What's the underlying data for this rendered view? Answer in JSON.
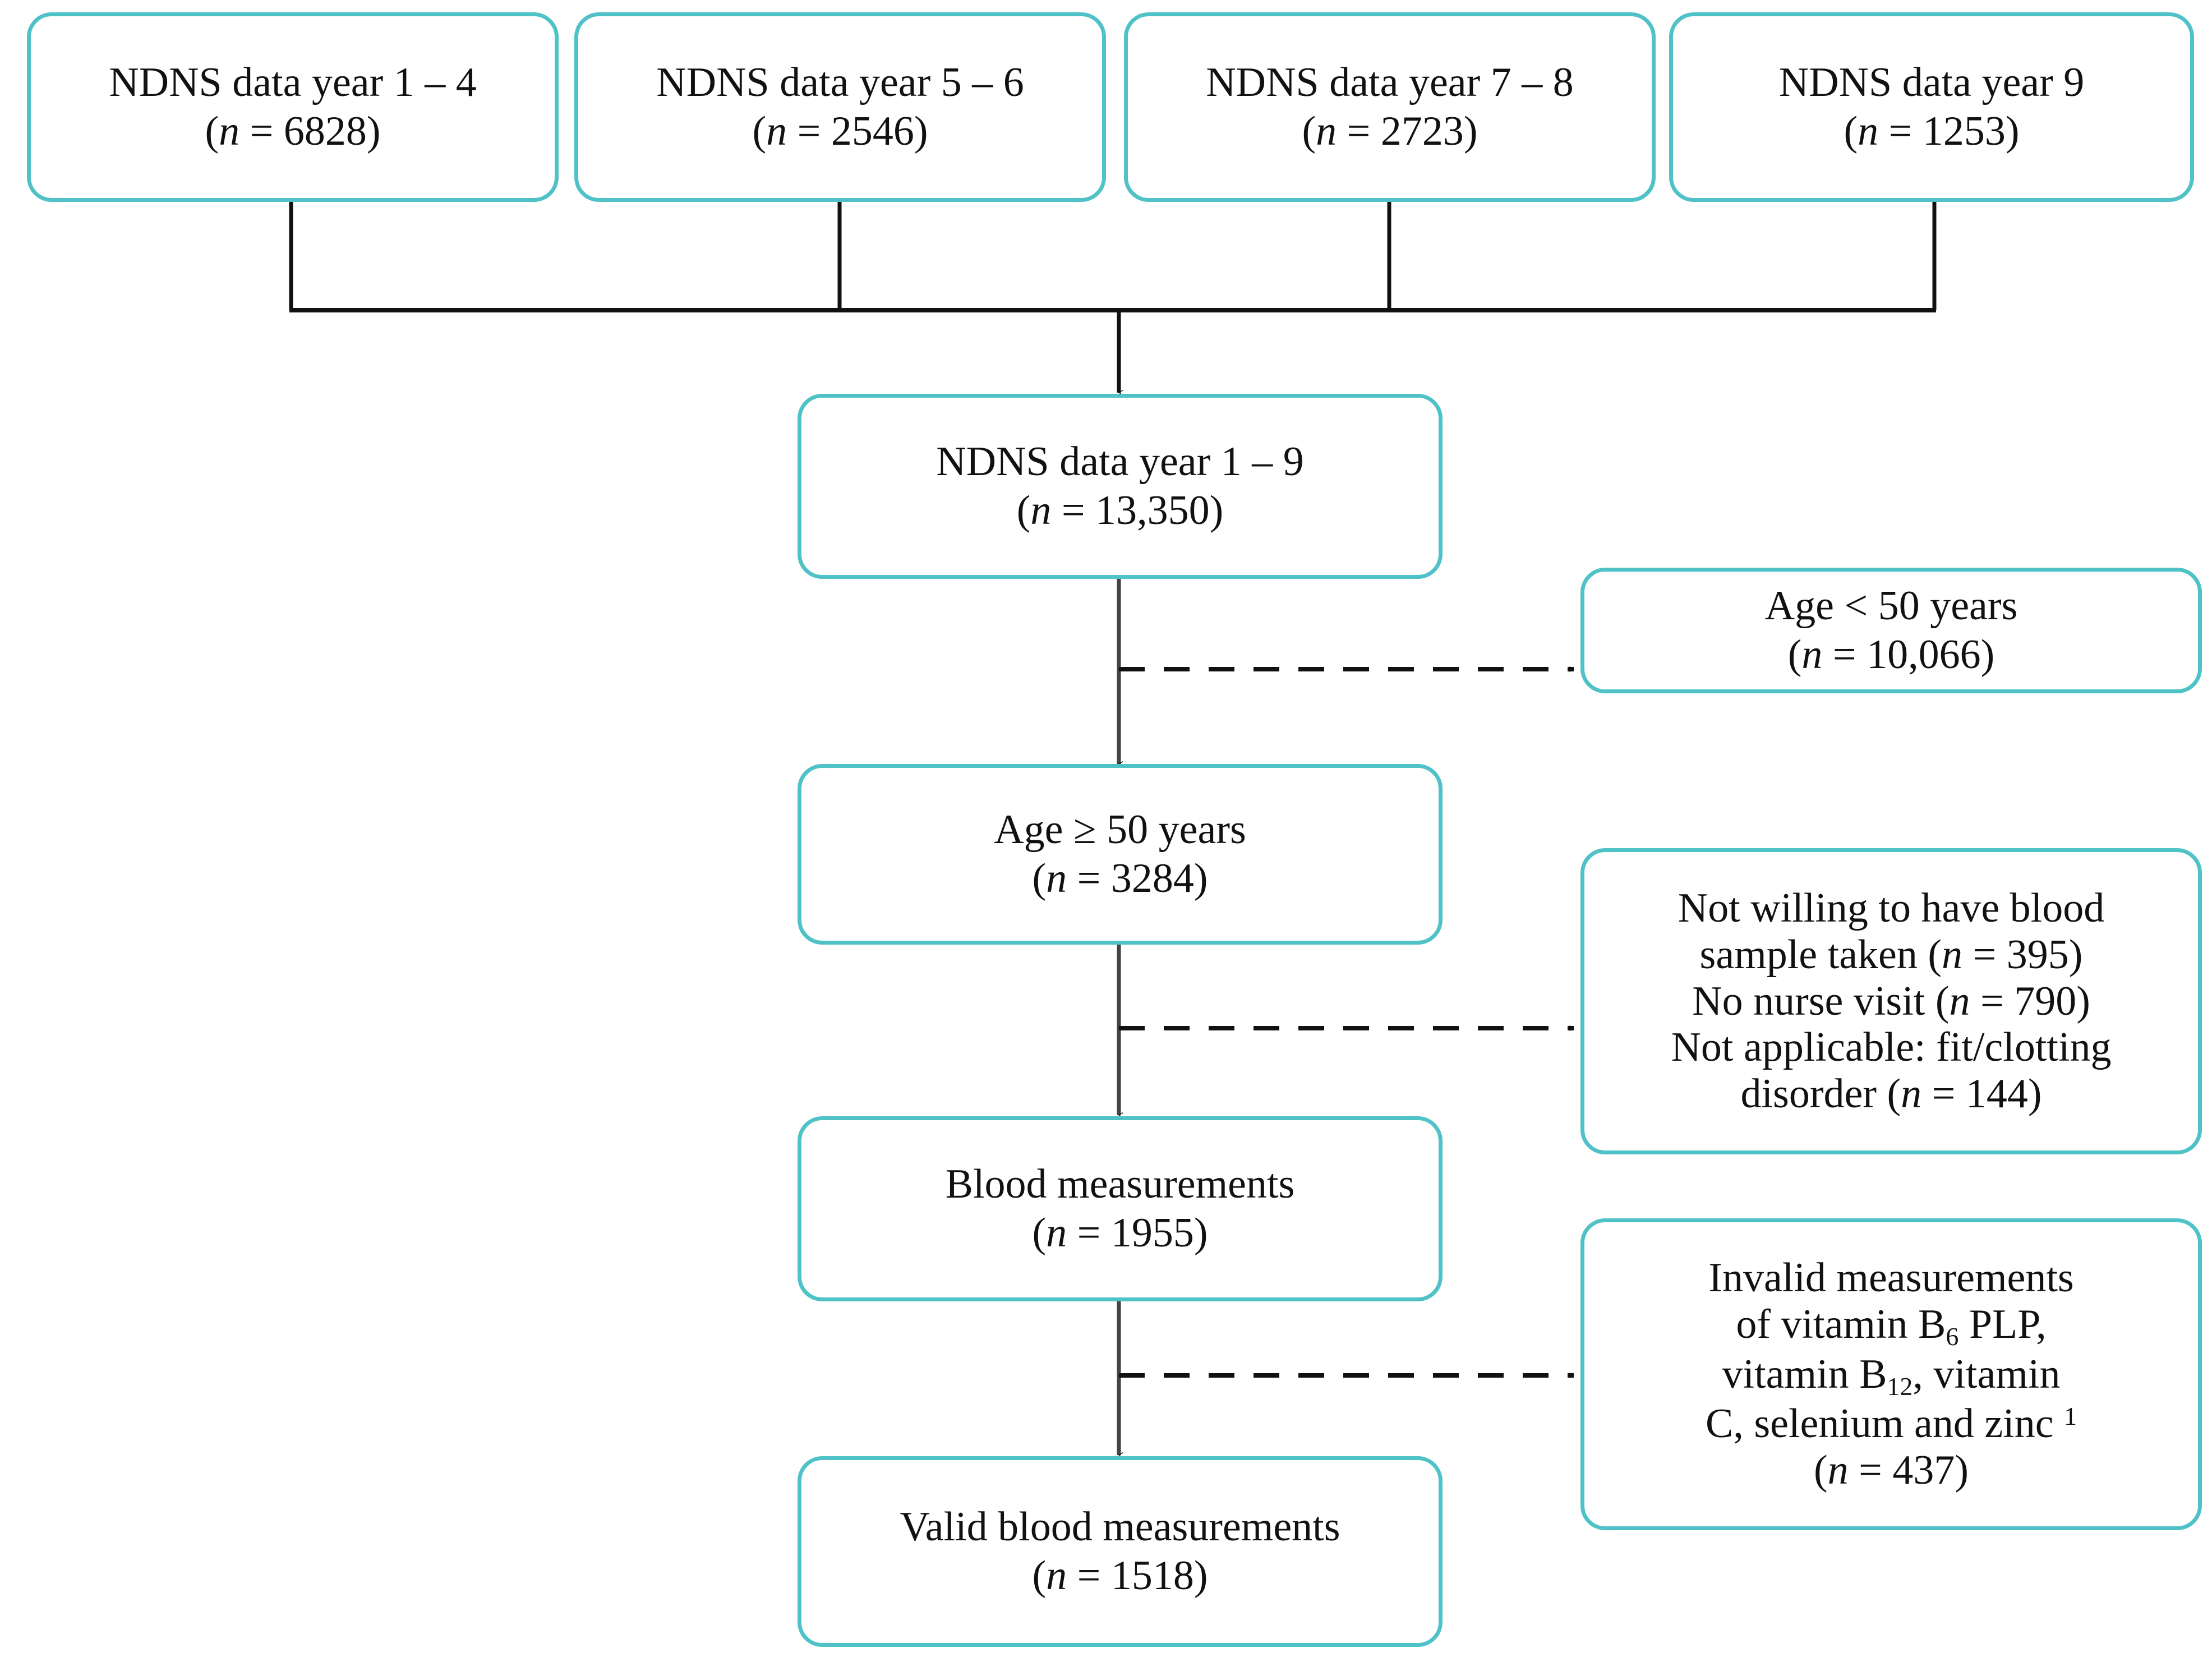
{
  "figure": {
    "type": "flowchart",
    "title": "NDNS participant selection flow diagram",
    "accent_color": "#4EC2C7",
    "line_color": "#111111",
    "background_color": "#FFFFFF"
  },
  "sources": [
    {
      "label": "NDNS data year 1 – 4",
      "count_text": "(n = 6828)",
      "n": 6828
    },
    {
      "label": "NDNS data year 5 – 6",
      "count_text": "(n = 2546)",
      "n": 2546
    },
    {
      "label": "NDNS data year 7 – 8",
      "count_text": "(n = 2723)",
      "n": 2723
    },
    {
      "label": "NDNS data year 9",
      "count_text": "(n = 1253)",
      "n": 1253
    }
  ],
  "flow": [
    {
      "label": "NDNS data year 1 – 9",
      "count_text": "(n = 13,350)",
      "n": 13350
    },
    {
      "label": "Age ≥ 50 years",
      "count_text": "(n = 3284)",
      "n": 3284
    },
    {
      "label": "Blood measurements",
      "count_text": "(n = 1955)",
      "n": 1955
    },
    {
      "label": "Valid blood measurements",
      "count_text": "(n = 1518)",
      "n": 1518
    }
  ],
  "exclusions": {
    "age": {
      "label": "Age < 50 years",
      "count_text": "(n = 10,066)",
      "n": 10066
    },
    "blood": {
      "line1": "Not willing to have blood",
      "line2_a": "sample taken (",
      "line2_italic": "n",
      "line2_b": " = 395)",
      "line3_a": "No nurse visit (",
      "line3_italic": "n",
      "line3_b": " = 790)",
      "line4": "Not applicable: fit/clotting",
      "line5_a": "disorder (",
      "line5_italic": "n",
      "line5_b": " = 144)",
      "n_not_willing": 395,
      "n_no_nurse_visit": 790,
      "n_not_applicable": 144
    },
    "invalid": {
      "line1": "Invalid measurements",
      "line2_a": "of vitamin B",
      "line2_sub": "6",
      "line2_b": " PLP,",
      "line3_a": "vitamin B",
      "line3_sub": "12",
      "line3_b": ", vitamin",
      "line4_a": "C, selenium and zinc",
      "line4_sup": "1",
      "count_text": "(n = 437)",
      "n": 437
    }
  },
  "chart_data": {
    "type": "table",
    "title": "NDNS participant selection flow",
    "categories": [
      "NDNS data year 1 – 4",
      "NDNS data year 5 – 6",
      "NDNS data year 7 – 8",
      "NDNS data year 9",
      "NDNS data year 1 – 9",
      "Age < 50 years (excluded)",
      "Age ≥ 50 years",
      "Not willing to have blood sample taken (excluded)",
      "No nurse visit (excluded)",
      "Not applicable: fit/clotting disorder (excluded)",
      "Blood measurements",
      "Invalid measurements of vitamin B6 PLP, vitamin B12, vitamin C, selenium and zinc (excluded)",
      "Valid blood measurements"
    ],
    "values": [
      6828,
      2546,
      2723,
      1253,
      13350,
      10066,
      3284,
      395,
      790,
      144,
      1955,
      437,
      1518
    ],
    "xlabel": "",
    "ylabel": "n"
  }
}
